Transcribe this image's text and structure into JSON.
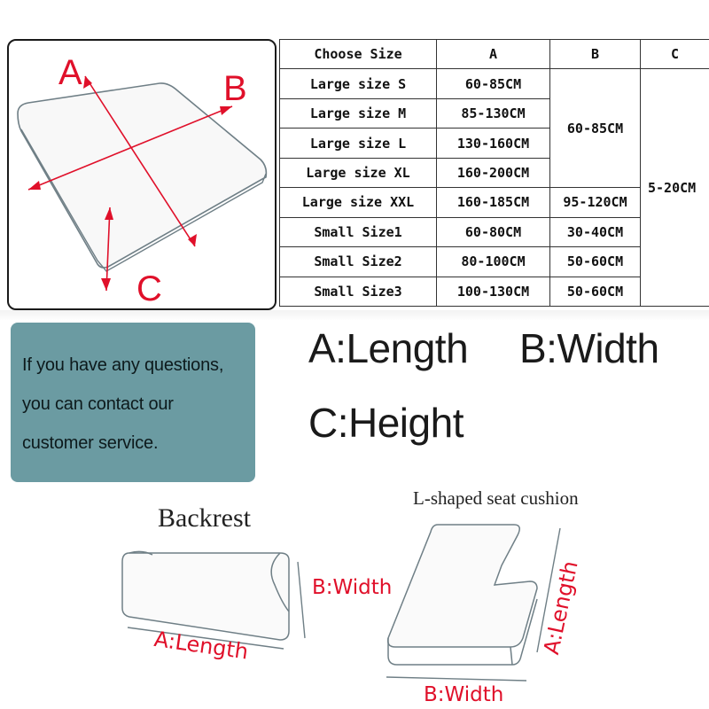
{
  "cushion_diagram": {
    "labels": {
      "a": "A",
      "b": "B",
      "c": "C"
    }
  },
  "size_table": {
    "headers": [
      "Choose Size",
      "A",
      "B",
      "C"
    ],
    "rows": [
      {
        "size": "Large size S",
        "a": "60-85CM"
      },
      {
        "size": "Large size M",
        "a": "85-130CM"
      },
      {
        "size": "Large size L",
        "a": "130-160CM"
      },
      {
        "size": "Large size XL",
        "a": "160-200CM"
      },
      {
        "size": "Large size XXL",
        "a": "160-185CM",
        "b": "95-120CM"
      },
      {
        "size": "Small Size1",
        "a": "60-80CM",
        "b": "30-40CM"
      },
      {
        "size": "Small Size2",
        "a": "80-100CM",
        "b": "50-60CM"
      },
      {
        "size": "Small Size3",
        "a": "100-130CM",
        "b": "50-60CM"
      }
    ],
    "b_merged_large": "60-85CM",
    "c_merged_all": "5-20CM"
  },
  "contact": {
    "lines": [
      "If you have any questions,",
      "you can contact our",
      "customer service."
    ]
  },
  "legend": {
    "a": "A:Length",
    "b": "B:Width",
    "c": "C:Height"
  },
  "backrest": {
    "caption": "Backrest",
    "width_label": "B:Width",
    "length_label": "A:Length"
  },
  "l_shape": {
    "caption": "L-shaped seat cushion",
    "length_label": "A:Length",
    "width_label": "B:Width"
  },
  "colors": {
    "accent_red": "#e0102a",
    "contact_bg": "#6b9ba2",
    "outline": "#6f7f86"
  }
}
